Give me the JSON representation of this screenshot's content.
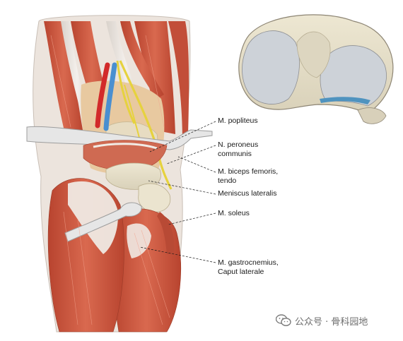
{
  "labels": {
    "popliteus": "M. popliteus",
    "peroneus_1": "N. peroneus",
    "peroneus_2": "communis",
    "biceps_1": "M. biceps femoris,",
    "biceps_2": "tendo",
    "meniscus": "Meniscus lateralis",
    "soleus": "M. soleus",
    "gastro_1": "M. gastrocnemius,",
    "gastro_2": "Caput laterale"
  },
  "watermark": {
    "text": "公众号 · 骨科园地",
    "icon": "wechat-logo-icon"
  },
  "colors": {
    "muscle": "#c9553f",
    "muscle_light": "#e4927a",
    "tendon": "#ece6df",
    "bone": "#e8e2cf",
    "cartilage": "#b8c2cc",
    "nerve": "#e6d23e",
    "artery": "#d22a2a",
    "vein": "#4a8fd0",
    "meniscus_edge": "#4f93bf",
    "retractor": "#e5e5e5"
  }
}
